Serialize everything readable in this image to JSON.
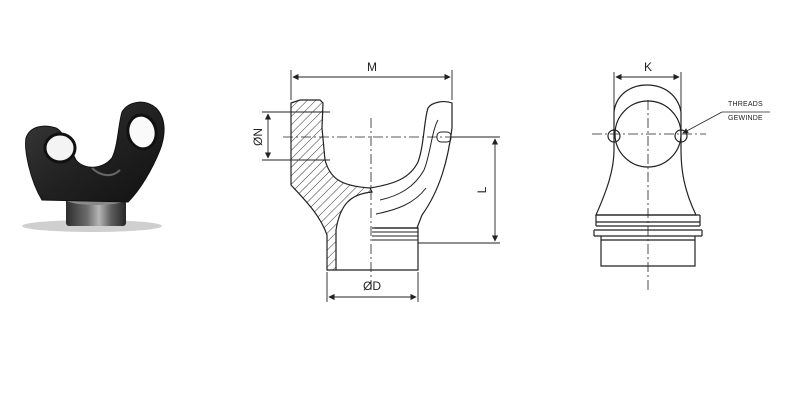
{
  "labels": {
    "m": "M",
    "k": "K",
    "n": "ØN",
    "l": "L",
    "d": "ØD",
    "threads_en": "THREADS",
    "threads_de": "GEWINDE"
  }
}
